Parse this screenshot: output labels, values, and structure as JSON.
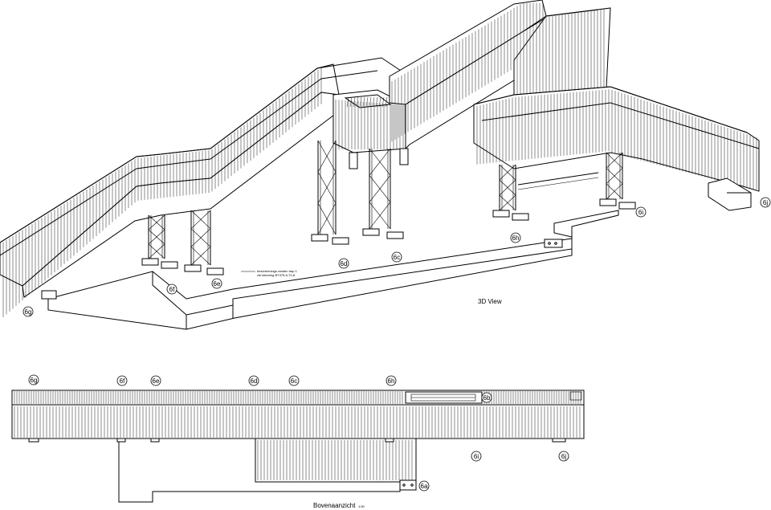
{
  "views": {
    "three_d": {
      "title": "3D View"
    },
    "plan": {
      "title": "Bovenaanzicht",
      "scale": "1:50"
    }
  },
  "annotation": {
    "line1": "beschermings randen trap 1",
    "line2": "zie tekening BT475-6-72-8"
  },
  "markers_3d": [
    {
      "id": "6g",
      "label": "6g"
    },
    {
      "id": "6f",
      "label": "6f"
    },
    {
      "id": "6e",
      "label": "6e"
    },
    {
      "id": "6d",
      "label": "6d"
    },
    {
      "id": "6c",
      "label": "6c"
    },
    {
      "id": "6h",
      "label": "6h"
    },
    {
      "id": "6i",
      "label": "6i"
    },
    {
      "id": "6j",
      "label": "6j"
    }
  ],
  "markers_plan": [
    {
      "id": "6g",
      "label": "6g"
    },
    {
      "id": "6f",
      "label": "6f"
    },
    {
      "id": "6e",
      "label": "6e"
    },
    {
      "id": "6d",
      "label": "6d"
    },
    {
      "id": "6c",
      "label": "6c"
    },
    {
      "id": "6h",
      "label": "6h"
    },
    {
      "id": "6b",
      "label": "6b"
    },
    {
      "id": "6i",
      "label": "6i"
    },
    {
      "id": "6j",
      "label": "6j"
    },
    {
      "id": "6a",
      "label": "6a"
    }
  ]
}
